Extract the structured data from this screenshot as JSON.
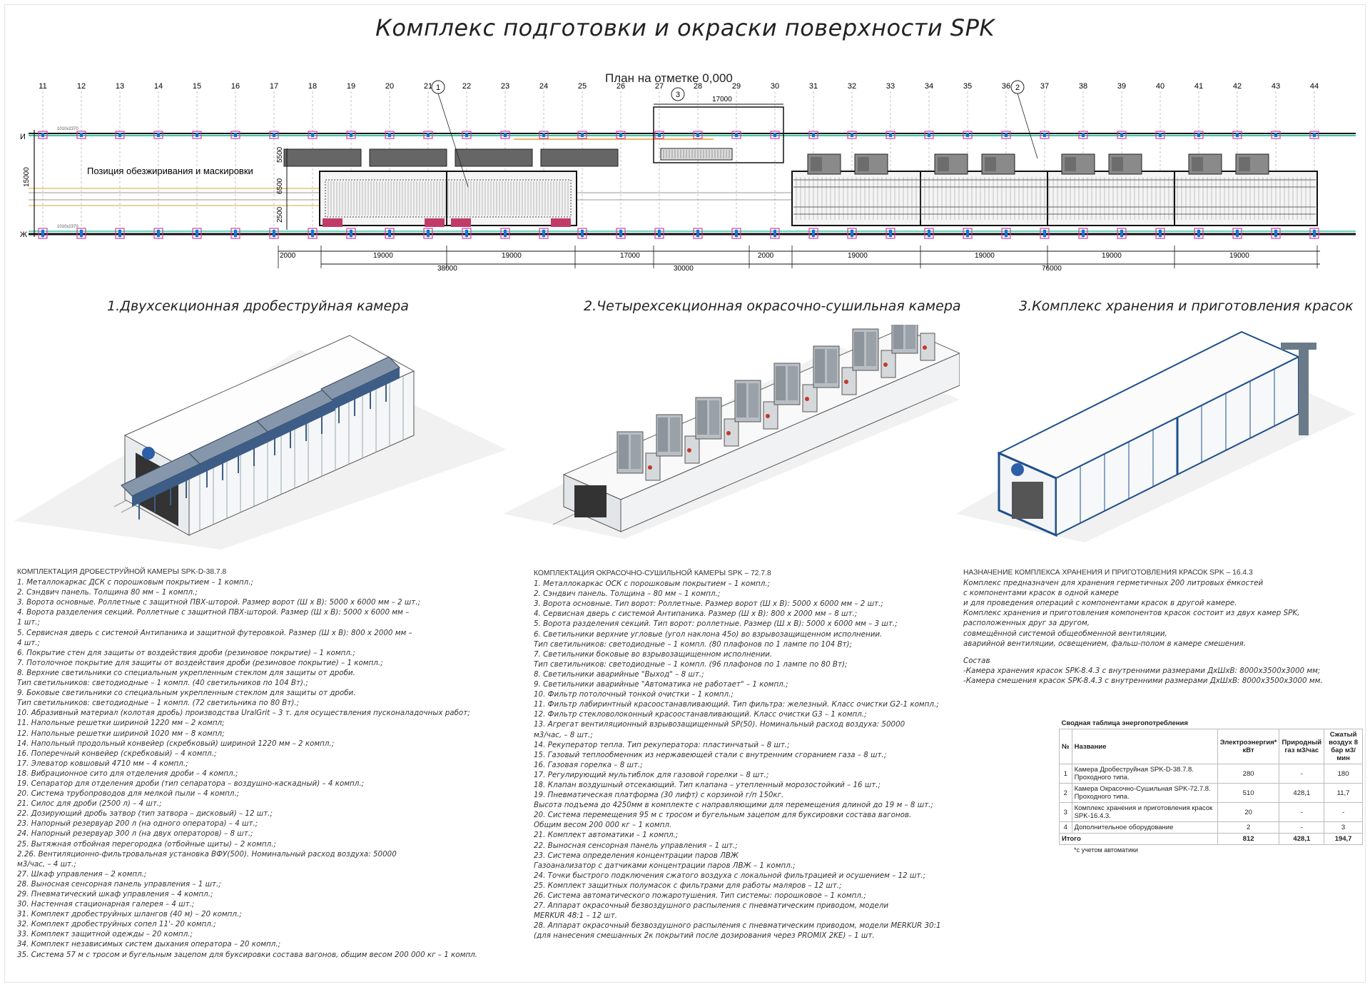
{
  "title": "Комплекс подготовки и окраски поверхности SPK",
  "plan": {
    "title": "План на отметке 0,000",
    "position_label": "Позиция обезжиривания и маскировки",
    "callouts": [
      "1",
      "3",
      "2"
    ],
    "axes_top": [
      "11",
      "12",
      "13",
      "14",
      "15",
      "16",
      "17",
      "18",
      "19",
      "20",
      "21",
      "22",
      "23",
      "24",
      "25",
      "26",
      "27",
      "28",
      "29",
      "30",
      "31",
      "32",
      "33",
      "34",
      "35",
      "36",
      "37",
      "38",
      "39",
      "40",
      "41",
      "42",
      "43",
      "44"
    ],
    "row_labels": [
      "И",
      "Ж"
    ],
    "dimensions": {
      "d17000_top": "17000",
      "d15000": "15000",
      "d5500": "5500",
      "d6500": "6500",
      "d2500": "2500",
      "d2000a": "2000",
      "d19000a": "19000",
      "d19000b": "19000",
      "d17000": "17000",
      "d2000b": "2000",
      "d19000c": "19000",
      "d19000d": "19000",
      "d19000e": "19000",
      "d19000f": "19000",
      "d38000": "38000",
      "d30000": "30000",
      "d76000": "76000"
    }
  },
  "sections": {
    "s1": "1.Двухсекционная дробеструйная камера",
    "s2": "2.Четырехсекционная окрасочно-сушильная камера",
    "s3": "3.Комплекс хранения и приготовления красок"
  },
  "col1": {
    "head": "КОМПЛЕКТАЦИЯ ДРОБЕСТРУЙНОЙ КАМЕРЫ SPK-D-38.7.8",
    "lines": [
      "1. Металлокаркас ДСК с порошковым покрытием – 1 компл.;",
      "2. Сэндвич панель. Толщина 80 мм – 1 компл.;",
      "3. Ворота основные. Роллетные с защитной ПВХ-шторой. Размер ворот (Ш х В): 5000 х 6000 мм – 2 шт.;",
      "4. Ворота разделения секций. Роллетные с защитной ПВХ-шторой. Размер (Ш х В): 5000 х 6000 мм –",
      "1 шт.;",
      "5. Сервисная дверь с системой Антипаника и защитной футеровкой. Размер (Ш х В): 800 х 2000 мм –",
      "4 шт.;",
      "6. Покрытие стен для защиты от воздействия дроби (резиновое покрытие) – 1 компл.;",
      "7. Потолочное покрытие для защиты от воздействия дроби (резиновое покрытие) – 1 компл.;",
      "8. Верхние светильники со специальным укрепленным стеклом для защиты от дроби.",
      "Тип светильников: светодиодные – 1 компл. (40 светильников по 104 Вт).;",
      "9. Боковые светильники со специальным укрепленным стеклом для защиты от дроби.",
      "Тип светильников: светодиодные – 1 компл. (72 светильника по 80 Вт).;",
      "10. Абразивный материал (колотая дробь) производства UralGrit – 3 т. для осуществления пусконаладочных работ;",
      "11. Напольные решетки шириной 1220 мм – 2 компл;",
      "12. Напольные решетки шириной 1020 мм – 8 компл;",
      "14. Напольный продольный конвейер (скребковый) шириной 1220 мм – 2 компл.;",
      "16. Поперечный конвейер (скребковый) – 4 компл.;",
      "17. Элеватор ковшовый 4710 мм – 4 компл.;",
      "18. Вибрационное сито для отделения дроби – 4 компл.;",
      "19. Сепаратор для отделения дроби (тип сепаратора – воздушно-каскадный) – 4 компл.;",
      "20. Система трубопроводов для мелкой пыли – 4 компл.;",
      "21. Силос для дроби (2500 л) – 4 шт.;",
      "22. Дозирующий дробь затвор (тип затвора – дисковый) – 12 шт.;",
      "23. Напорный резервуар 200 л (на одного оператора) – 4 шт.;",
      "24. Напорный резервуар 300 л (на двух операторов) – 8 шт.;",
      "25. Вытяжная отбойная перегородка (отбойные щиты) – 2 компл.;",
      "2.26. Вентиляционно-фильтровальная установка ВФУ(500). Номинальный расход воздуха: 50000",
      "м3/час, – 4 шт.;",
      "27. Шкаф управления – 2 компл.;",
      "28. Выносная сенсорная панель управления – 1 шт.;",
      "29. Пневматический шкаф управления – 4 компл.;",
      "30. Настенная стационарная галерея – 4 шт.;",
      "31. Комплект дробеструйных шлангов (40 м) – 20 компл.;",
      "32. Комплект дробеструйных сопел 11'- 20 компл.;",
      "33. Комплект защитной одежды – 20 компл.;",
      "34. Комплект независимых систем дыхания оператора – 20 компл.;",
      "35. Система 57 м с тросом и бугельным зацепом для буксировки состава вагонов, общим весом 200 000 кг – 1 компл."
    ]
  },
  "col2": {
    "head": "КОМПЛЕКТАЦИЯ ОКРАСОЧНО-СУШИЛЬНОЙ КАМЕРЫ SPK – 72.7.8",
    "lines": [
      "1. Металлокаркас ОСК с порошковым покрытием – 1 компл.;",
      "2. Сэндвич панель. Толщина – 80 мм – 1 компл.;",
      "3. Ворота основные. Тип ворот: Роллетные. Размер ворот (Ш х В): 5000 х 6000 мм – 2 шт.;",
      "4. Сервисная дверь с системой Антипаника. Размер (Ш х В): 800 х 2000 мм – 8 шт.;",
      "5. Ворота разделения секций. Тип ворот: роллетные. Размер (Ш х В): 5000 х 6000 мм – 3 шт.;",
      "6. Светильники верхние угловые (угол наклона 45о) во взрывозащищенном исполнении.",
      "Тип светильников: светодиодные – 1 компл. (80 плафонов по 1 лампе по 104 Вт);",
      "7. Светильники боковые во взрывозащищенном исполнении.",
      "Тип светильников: светодиодные – 1 компл. (96 плафонов по 1 лампе по 80 Вт);",
      "8. Светильники аварийные \"Выход\" – 8 шт.;",
      "9. Светильники аварийные \"Автоматика не работает\" – 1 компл.;",
      "10. Фильтр потолочный тонкой очистки – 1 компл.;",
      "11. Фильтр лабиринтный красоостанавливающий. Тип фильтра: железный. Класс очистки G2-1 компл.;",
      "12. Фильтр стекловолоконный красоостанавливающий. Класс очистки G3 – 1 компл.;",
      "13. Агрегат вентиляционный взрывозащищенный SP(50). Номинальный расход воздуха: 50000",
      "м3/час, – 8 шт.;",
      "14. Рекуператор тепла. Тип рекуператора: пластинчатый – 8 шт.;",
      "15. Газовый теплообменник из нержавеющей стали с внутренним сгоранием газа – 8 шт.;",
      "16. Газовая горелка – 8 шт.;",
      "17. Регулирующий мультиблок для газовой горелки – 8 шт.;",
      "18. Клапан воздушный отсекающий. Тип клапана – утепленный морозостойкий – 16 шт.;",
      "19. Пневматическая платформа (30 лифт) с корзиной г/п 150кг.",
      "Высота подъема до 4250мм в комплекте с направляющими для перемещения длиной до 19 м – 8 шт.;",
      "20. Система перемещения 95 м с тросом и бугельным зацепом для буксировки состава вагонов.",
      "Общим весом 200 000 кг – 1 компл.",
      "21. Комплект автоматики – 1 компл.;",
      "22. Выносная сенсорная панель управления – 1 шт.;",
      "23. Система определения концентрации паров ЛВЖ",
      "Газоанализатор с датчиками концентрации паров ЛВЖ – 1 компл.;",
      "24. Точки быстрого подключения сжатого воздуха с локальной фильтрацией и осушением – 12 шт.;",
      "25. Комплект защитных полумасок с фильтрами для работы маляров – 12 шт.;",
      "26. Система автоматического пожаротушения. Тип системы: порошковое – 1 компл.;",
      "27. Аппарат окрасочный безвоздушного распыления с пневматическим приводом, модели",
      "MERKUR 48:1 – 12 шт.",
      "28. Аппарат окрасочный безвоздушного распыления с пневматическим приводом, модели MERKUR 30:1",
      "(для нанесения смешанных 2к покрытий после дозирования через PROMIX 2KE) – 1 шт."
    ]
  },
  "col3": {
    "head": "НАЗНАЧЕНИЕ КОМПЛЕКСА ХРАНЕНИЯ И ПРИГОТОВЛЕНИЯ КРАСОК SPK – 16.4.3",
    "lines": [
      "Комплекс предназначен для хранения герметичных 200 литровых ёмкостей",
      " с компонентами красок в одной камере",
      " и для проведения операций с компонентами красок в другой камере.",
      "Комплекс хранения и приготовления компонентов красок состоит из двух камер SPK,",
      " расположенных друг за другом,",
      " совмещённой системой общеобменной вентиляции,",
      " аварийной вентиляции, освещением, фальш-полом в камере смешения."
    ],
    "sostav_title": "Состав",
    "sostav": [
      "-Камера хранения красок SPK-8.4.3 с внутренними размерами ДхШхВ: 8000х3500х3000 мм;",
      "-Камера смешения красок SPK-8.4.3 с внутренними размерами ДхШхВ: 8000х3500х3000 мм."
    ]
  },
  "energy_table": {
    "caption": "Сводная таблица энергопотребления",
    "headers": {
      "no": "№",
      "name": "Название",
      "elec": "Электроэнергия* кВт",
      "gas": "Природный газ м3/час",
      "air": "Сжатый воздух 8 бар м3/мин"
    },
    "rows": [
      {
        "no": "1",
        "name": "Камера Дробеструйная SPK-D-38.7.8. Проходного типа.",
        "elec": "280",
        "gas": "-",
        "air": "180"
      },
      {
        "no": "2",
        "name": "Камера Окрасочно-Сушильная SPK-72.7.8. Проходного типа.",
        "elec": "510",
        "gas": "428,1",
        "air": "11,7"
      },
      {
        "no": "3",
        "name": "Комплекс хранения и приготовления красок SPK-16.4.3.",
        "elec": "20",
        "gas": "-",
        "air": "-"
      },
      {
        "no": "4",
        "name": "Дополнительное оборудование",
        "elec": "2",
        "gas": "-",
        "air": "3"
      }
    ],
    "total": {
      "label": "Итого",
      "elec": "812",
      "gas": "428,1",
      "air": "194,7"
    },
    "note": "*с учетом автоматики"
  }
}
